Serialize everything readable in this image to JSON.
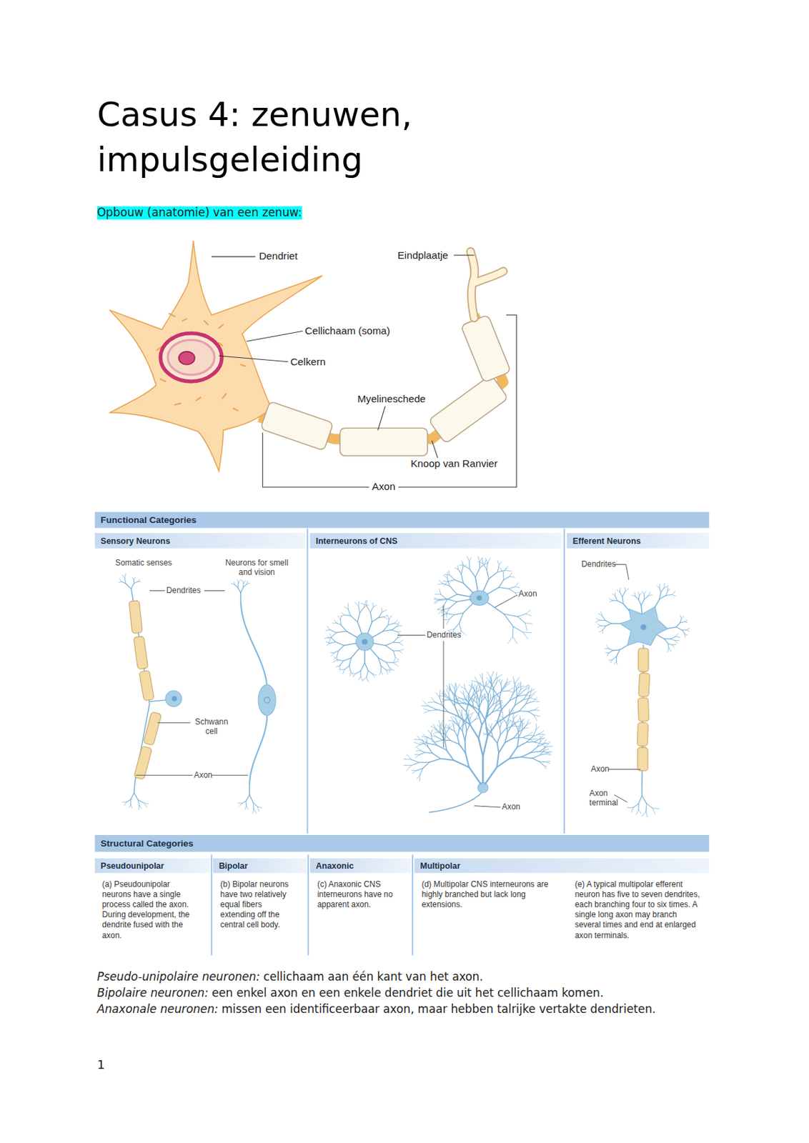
{
  "diagram": {
    "title": "Casus 4: zenuwen, impulsgeleiding",
    "nodes": [
      {
        "text": [
          "Functional Categories"
        ]
      },
      {
        "text": [
          "Sensory Neurons"
        ]
      },
      {
        "text": [
          "Interneurons of CNS"
        ]
      },
      {
        "text": [
          "Efferent Neurons"
        ]
      },
      {
        "text": [
          "Structural Categories"
        ]
      },
      {
        "text": [
          "Pseudounipolar",
          "(a) Pseudounipolar neurons have a single process called the axon. During development, the dendrite fused with the axon."
        ]
      },
      {
        "text": [
          "Bipolar",
          "(b) Bipolar neurons have two relatively equal fibers extending off the central cell body."
        ]
      },
      {
        "text": [
          "Anaxonic",
          "(c) Anaxonic CNS interneurons have no apparent axon."
        ]
      },
      {
        "text": [
          "Multipolar",
          "(d) Multipolar CNS interneurons are highly branched but lack long extensions.",
          "(e) A typical multipolar efferent neuron has five to seven dendrites, each branching four to six times. A single long axon may branch several times and end at enlarged axon terminals."
        ]
      }
    ],
    "labels": [
      "Opbouw (anatomie) van een zenuw:",
      "Dendriet",
      "Eindplaatje",
      "Cellichaam (soma)",
      "Celkern",
      "Myelineschede",
      "Knoop van Ranvier",
      "Axon",
      "Somatic senses",
      "Neurons for smell and vision",
      "Dendrites",
      "Schwann cell",
      "Axon",
      "Axon",
      "Dendrites",
      "Axon",
      "Dendrites",
      "Axon",
      "Axon terminal",
      "Pseudo-unipolaire neuronen:",
      "cellichaam aan één kant van het axon.",
      "Bipolaire neuronen:",
      "een enkel axon en een enkele dendriet die uit het cellichaam komen.",
      "Anaxonale neuronen:",
      "missen een identificeerbaar axon, maar hebben talrijke vertakte dendrieten.",
      "1"
    ]
  }
}
